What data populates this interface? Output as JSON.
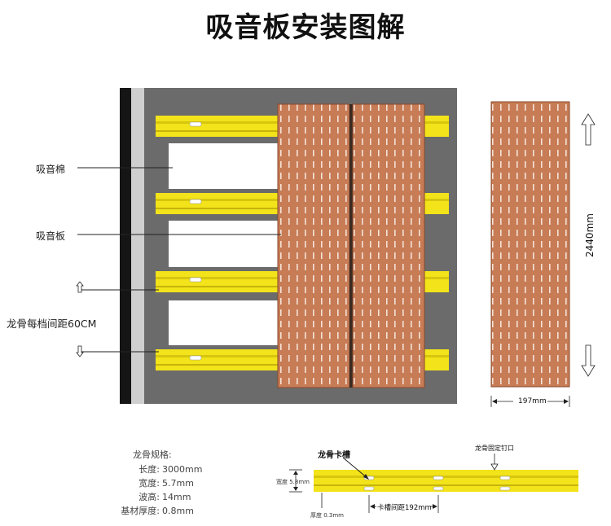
{
  "title": "吸音板安装图解",
  "labels": {
    "cotton": "吸音棉",
    "panel": "吸音板",
    "spacing": "龙骨每档间距60CM"
  },
  "panel_dims": {
    "height": "2440mm",
    "width": "197mm"
  },
  "keel_specs": {
    "heading": "龙骨规格:",
    "rows": [
      {
        "label": "长度:",
        "value": "3000mm"
      },
      {
        "label": "宽度:",
        "value": "5.7mm"
      },
      {
        "label": "波高:",
        "value": "14mm"
      },
      {
        "label": "基材厚度:",
        "value": "0.8mm"
      }
    ]
  },
  "keel_detail": {
    "slot_label": "龙骨卡槽",
    "nail_label": "龙骨固定钉口",
    "width_label": "宽度 5.8mm",
    "thickness_label": "厚度 0.3mm",
    "slot_spacing_label": "卡槽间距192mm"
  },
  "colors": {
    "wall": "#6b6b6b",
    "keel": "#f2e31a",
    "keel_dark": "#9a8a00",
    "panel": "#c77c56",
    "panel_line": "#f4e2d6",
    "cotton": "#ffffff"
  }
}
